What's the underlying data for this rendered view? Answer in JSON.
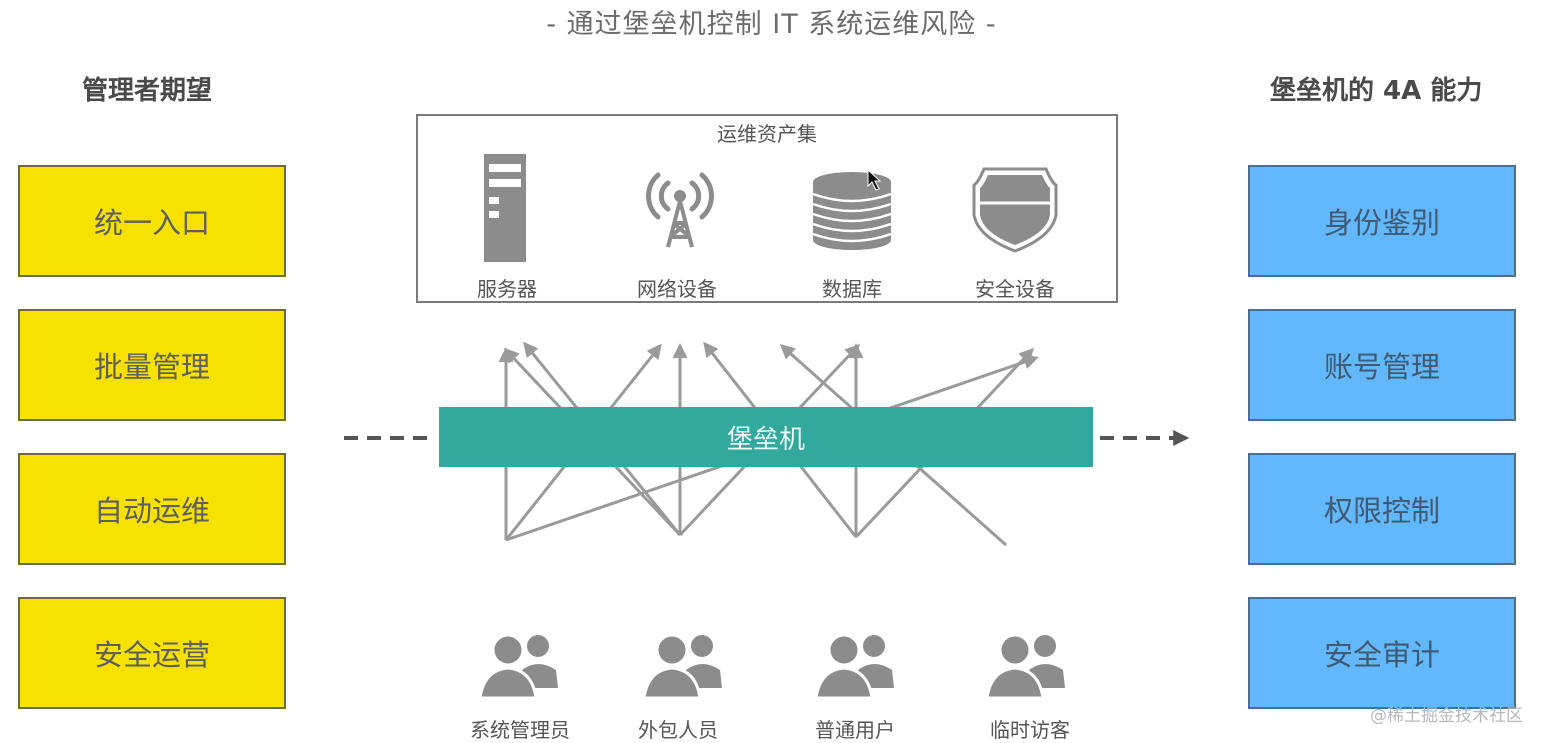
{
  "title": "- 通过堡垒机控制 IT 系统运维风险 -",
  "left": {
    "heading": "管理者期望",
    "items": [
      "统一入口",
      "批量管理",
      "自动运维",
      "安全运营"
    ]
  },
  "right": {
    "heading": "堡垒机的 4A 能力",
    "items": [
      "身份鉴别",
      "账号管理",
      "权限控制",
      "安全审计"
    ]
  },
  "assets": {
    "heading": "运维资产集",
    "items": [
      {
        "label": "服务器",
        "icon": "server-icon"
      },
      {
        "label": "网络设备",
        "icon": "antenna-tower-icon"
      },
      {
        "label": "数据库",
        "icon": "database-icon"
      },
      {
        "label": "安全设备",
        "icon": "shield-icon"
      }
    ]
  },
  "bastion": {
    "label": "堡垒机"
  },
  "users": [
    {
      "label": "系统管理员",
      "icon": "users-icon"
    },
    {
      "label": "外包人员",
      "icon": "users-icon"
    },
    {
      "label": "普通用户",
      "icon": "users-icon"
    },
    {
      "label": "临时访客",
      "icon": "users-icon"
    }
  ],
  "watermark": "@稀土掘金技术社区",
  "colors": {
    "yellow": "#f6e100",
    "blue": "#63b8fb",
    "teal": "#33a89d",
    "icon_gray": "#8c8c8c"
  }
}
